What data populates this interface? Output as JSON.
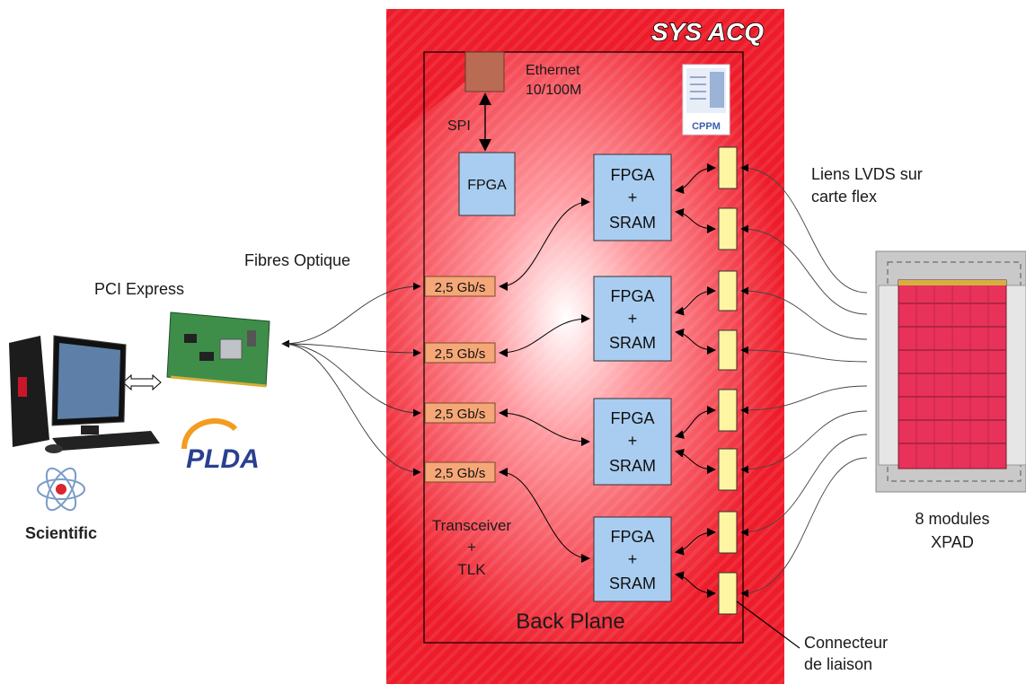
{
  "sys_title": "SYS ACQ",
  "colors": {
    "board_red": "#ee1c2a",
    "fpga_blue": "#a9cdf0",
    "serializer_orange": "#f5a777",
    "connector_yellow": "#fdf5a2",
    "module_pink": "#e8325a",
    "brown_ethernet": "#b96b54"
  },
  "labels": {
    "ethernet": [
      "Ethernet",
      "10/100M"
    ],
    "spi": "SPI",
    "fpga_top": "FPGA",
    "fibres": "Fibres Optique",
    "pci": "PCI Express",
    "lvds": [
      "Liens LVDS sur",
      "carte flex"
    ],
    "modules": [
      "8 modules",
      "XPAD"
    ],
    "transceiver": [
      "Transceiver",
      "+",
      "TLK"
    ],
    "backplane": "Back Plane",
    "connector": [
      "Connecteur",
      "de liaison"
    ],
    "cppm": "CPPM",
    "plda": "PLDA",
    "scientific": "Scientific"
  },
  "fpga_sram": [
    "FPGA",
    "+",
    "SRAM"
  ],
  "links": [
    "2,5 Gb/s",
    "2,5 Gb/s",
    "2,5 Gb/s",
    "2,5 Gb/s"
  ],
  "icons": [
    "computer-icon",
    "pci-card-icon",
    "atom-logo-icon",
    "plda-logo-icon",
    "cppm-logo-icon",
    "detector-icon"
  ]
}
